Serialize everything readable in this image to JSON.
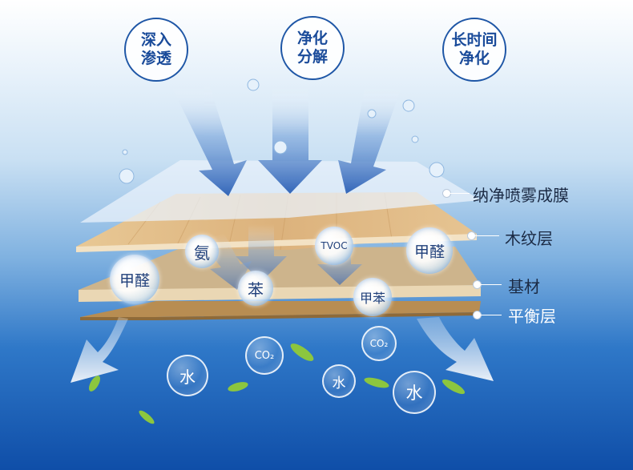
{
  "badges": {
    "b1": "深入\n渗透",
    "b2": "净化\n分解",
    "b3": "长时间\n净化"
  },
  "bubbles": {
    "ammonia": "氨",
    "tvoc": "TVOC",
    "formaldehyde_right": "甲醛",
    "formaldehyde_left": "甲醛",
    "benzene": "苯",
    "toluene": "甲苯",
    "co2_left": "CO₂",
    "co2_right": "CO₂",
    "water_1": "水",
    "water_2": "水",
    "water_3": "水"
  },
  "layers": {
    "spray_film": "纳净喷雾成膜",
    "wood_grain": "木纹层",
    "substrate": "基材",
    "balance": "平衡层"
  },
  "colors": {
    "badge_border": "#1e56a6",
    "arrow_blue": "#2a64b8",
    "wood": "#dcb889",
    "substrate": "#cdb48c",
    "balance": "#b88d52",
    "leaf_green": "#8cc63f"
  }
}
